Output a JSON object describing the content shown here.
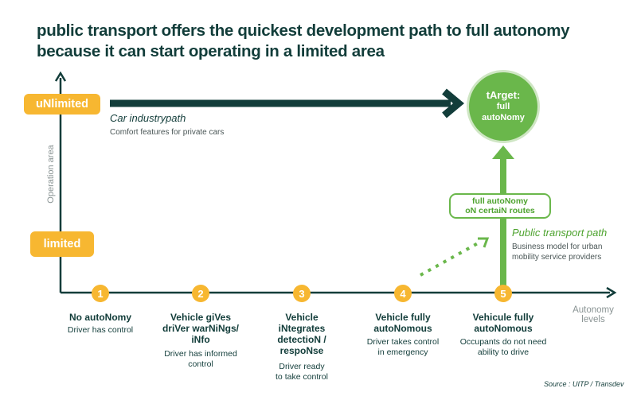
{
  "title": "public transport offers the quickest development path to full autonomy because it can start operating in a limited area",
  "y_axis": {
    "label": "Operation area",
    "unlimited": "uNlimited",
    "limited": "limited"
  },
  "x_axis": {
    "label_line1": "Autonomy",
    "label_line2": "levels"
  },
  "car_path": {
    "title": "Car industrypath",
    "subtitle": "Comfort features for private cars"
  },
  "target": {
    "line1": "tArget:",
    "line2": "full",
    "line3": "autoNomy"
  },
  "pt_box": {
    "line1": "full autoNomy",
    "line2": "oN certaiN routes"
  },
  "pt_path": {
    "title": "Public transport path",
    "subtitle_line1": "Business model for urban",
    "subtitle_line2": "mobility service providers"
  },
  "levels": [
    {
      "num": "1",
      "title": [
        "No autoNomy"
      ],
      "desc": [
        "Driver has control"
      ]
    },
    {
      "num": "2",
      "title": [
        "Vehicle giVes",
        "driVer warNiNgs/",
        "iNfo"
      ],
      "desc": [
        "Driver has informed",
        "control"
      ]
    },
    {
      "num": "3",
      "title": [
        "Vehicle",
        "iNtegrates",
        "detectioN /",
        "respoNse"
      ],
      "desc": [
        "Driver ready",
        "to take control"
      ]
    },
    {
      "num": "4",
      "title": [
        "Vehicle fully",
        "autoNomous"
      ],
      "desc": [
        "Driver takes control",
        "in emergency"
      ]
    },
    {
      "num": "5",
      "title": [
        "Vehicule fully",
        "autoNomous"
      ],
      "desc": [
        "Occupants do not need",
        "ability to drive"
      ]
    }
  ],
  "source": "Source : UITP / Transdev",
  "colors": {
    "dark_teal": "#123d3a",
    "orange": "#f7b731",
    "green": "#6ab74b"
  }
}
